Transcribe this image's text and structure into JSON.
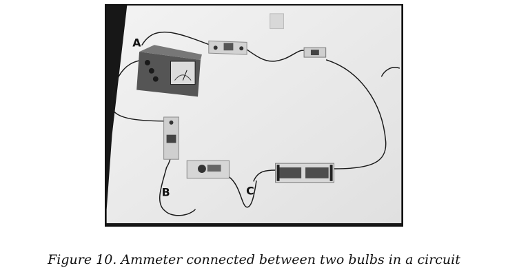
{
  "photo": {
    "point_labels": [
      "A",
      "B",
      "C"
    ]
  },
  "caption": "Figure 10. Ammeter connected between two bulbs in a circuit"
}
